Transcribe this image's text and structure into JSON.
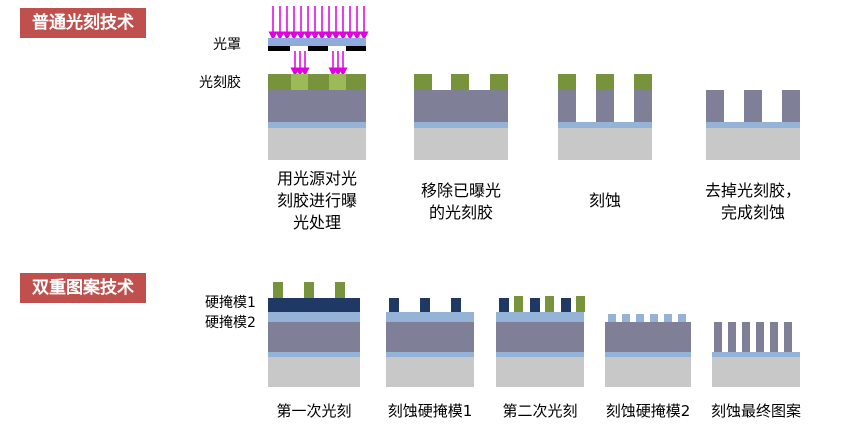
{
  "sections": {
    "conventional": {
      "title": "普通光刻技术"
    },
    "double_patterning": {
      "title": "双重图案技术"
    }
  },
  "labels": {
    "photomask": "光罩",
    "photoresist": "光刻胶",
    "hardmask1": "硬掩模1",
    "hardmask2": "硬掩模2"
  },
  "conventional_steps": [
    {
      "caption_line1": "用光源对光",
      "caption_line2": "刻胶进行曝",
      "caption_line3": "光处理"
    },
    {
      "caption_line1": "移除已曝光",
      "caption_line2": "的光刻胶",
      "caption_line3": ""
    },
    {
      "caption_line1": "刻蚀",
      "caption_line2": "",
      "caption_line3": ""
    },
    {
      "caption_line1": "去掉光刻胶，",
      "caption_line2": "完成刻蚀",
      "caption_line3": ""
    }
  ],
  "double_steps": [
    {
      "caption": "第一次光刻"
    },
    {
      "caption": "刻蚀硬掩模1"
    },
    {
      "caption": "第二次光刻"
    },
    {
      "caption": "刻蚀硬掩模2"
    },
    {
      "caption": "刻蚀最终图案"
    }
  ],
  "colors": {
    "badge": "#c0504d",
    "resist_green": "#77933c",
    "resist_light": "#9bbb59",
    "substrate_gray": "#c8c8c8",
    "film_blue": "#95b3d7",
    "layer_slate": "#7f7f97",
    "hardmask_navy": "#1f3864",
    "light_arrow": "#e000e0",
    "mask_black": "#000000",
    "mask_blue": "#8faadc"
  }
}
